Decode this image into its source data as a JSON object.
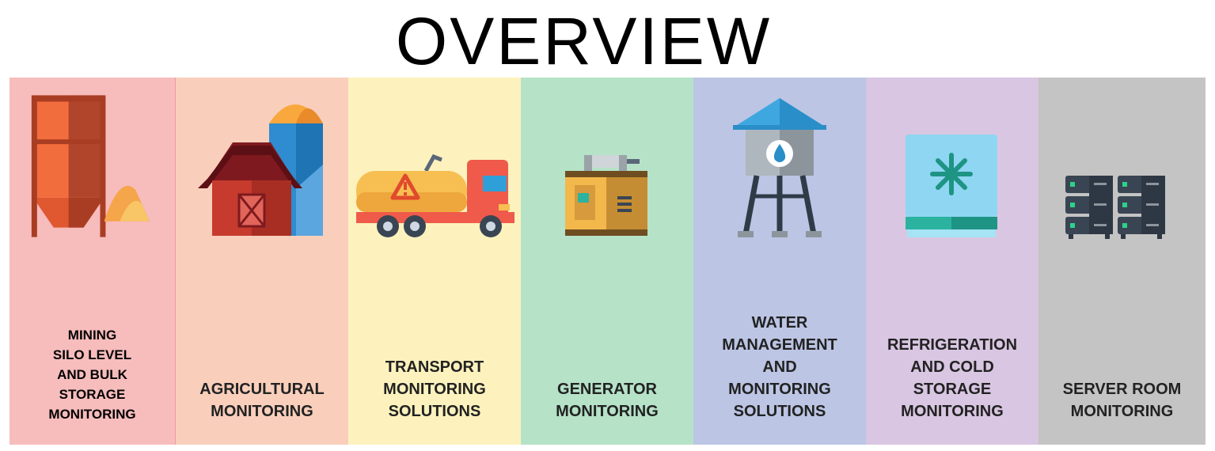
{
  "title": "OVERVIEW",
  "panels": [
    {
      "label": "MINING\nSILO LEVEL\nAND BULK\nSTORAGE\nMONITORING",
      "icon": "silo-icon",
      "color": "#f7bcbc"
    },
    {
      "label": "AGRICULTURAL\nMONITORING",
      "icon": "barn-icon",
      "color": "#f9cfbc"
    },
    {
      "label": "TRANSPORT\nMONITORING\nSOLUTIONS",
      "icon": "tanker-truck-icon",
      "color": "#fdf2bd"
    },
    {
      "label": "GENERATOR\nMONITORING",
      "icon": "generator-icon",
      "color": "#b6e2c8"
    },
    {
      "label": "WATER\nMANAGEMENT\nAND\nMONITORING\nSOLUTIONS",
      "icon": "water-tower-icon",
      "color": "#bcc5e4"
    },
    {
      "label": "REFRIGERATION\nAND COLD\nSTORAGE\nMONITORING",
      "icon": "freezer-icon",
      "color": "#d9c6e2"
    },
    {
      "label": "SERVER ROOM\nMONITORING",
      "icon": "server-rack-icon",
      "color": "#c4c4c4"
    }
  ]
}
